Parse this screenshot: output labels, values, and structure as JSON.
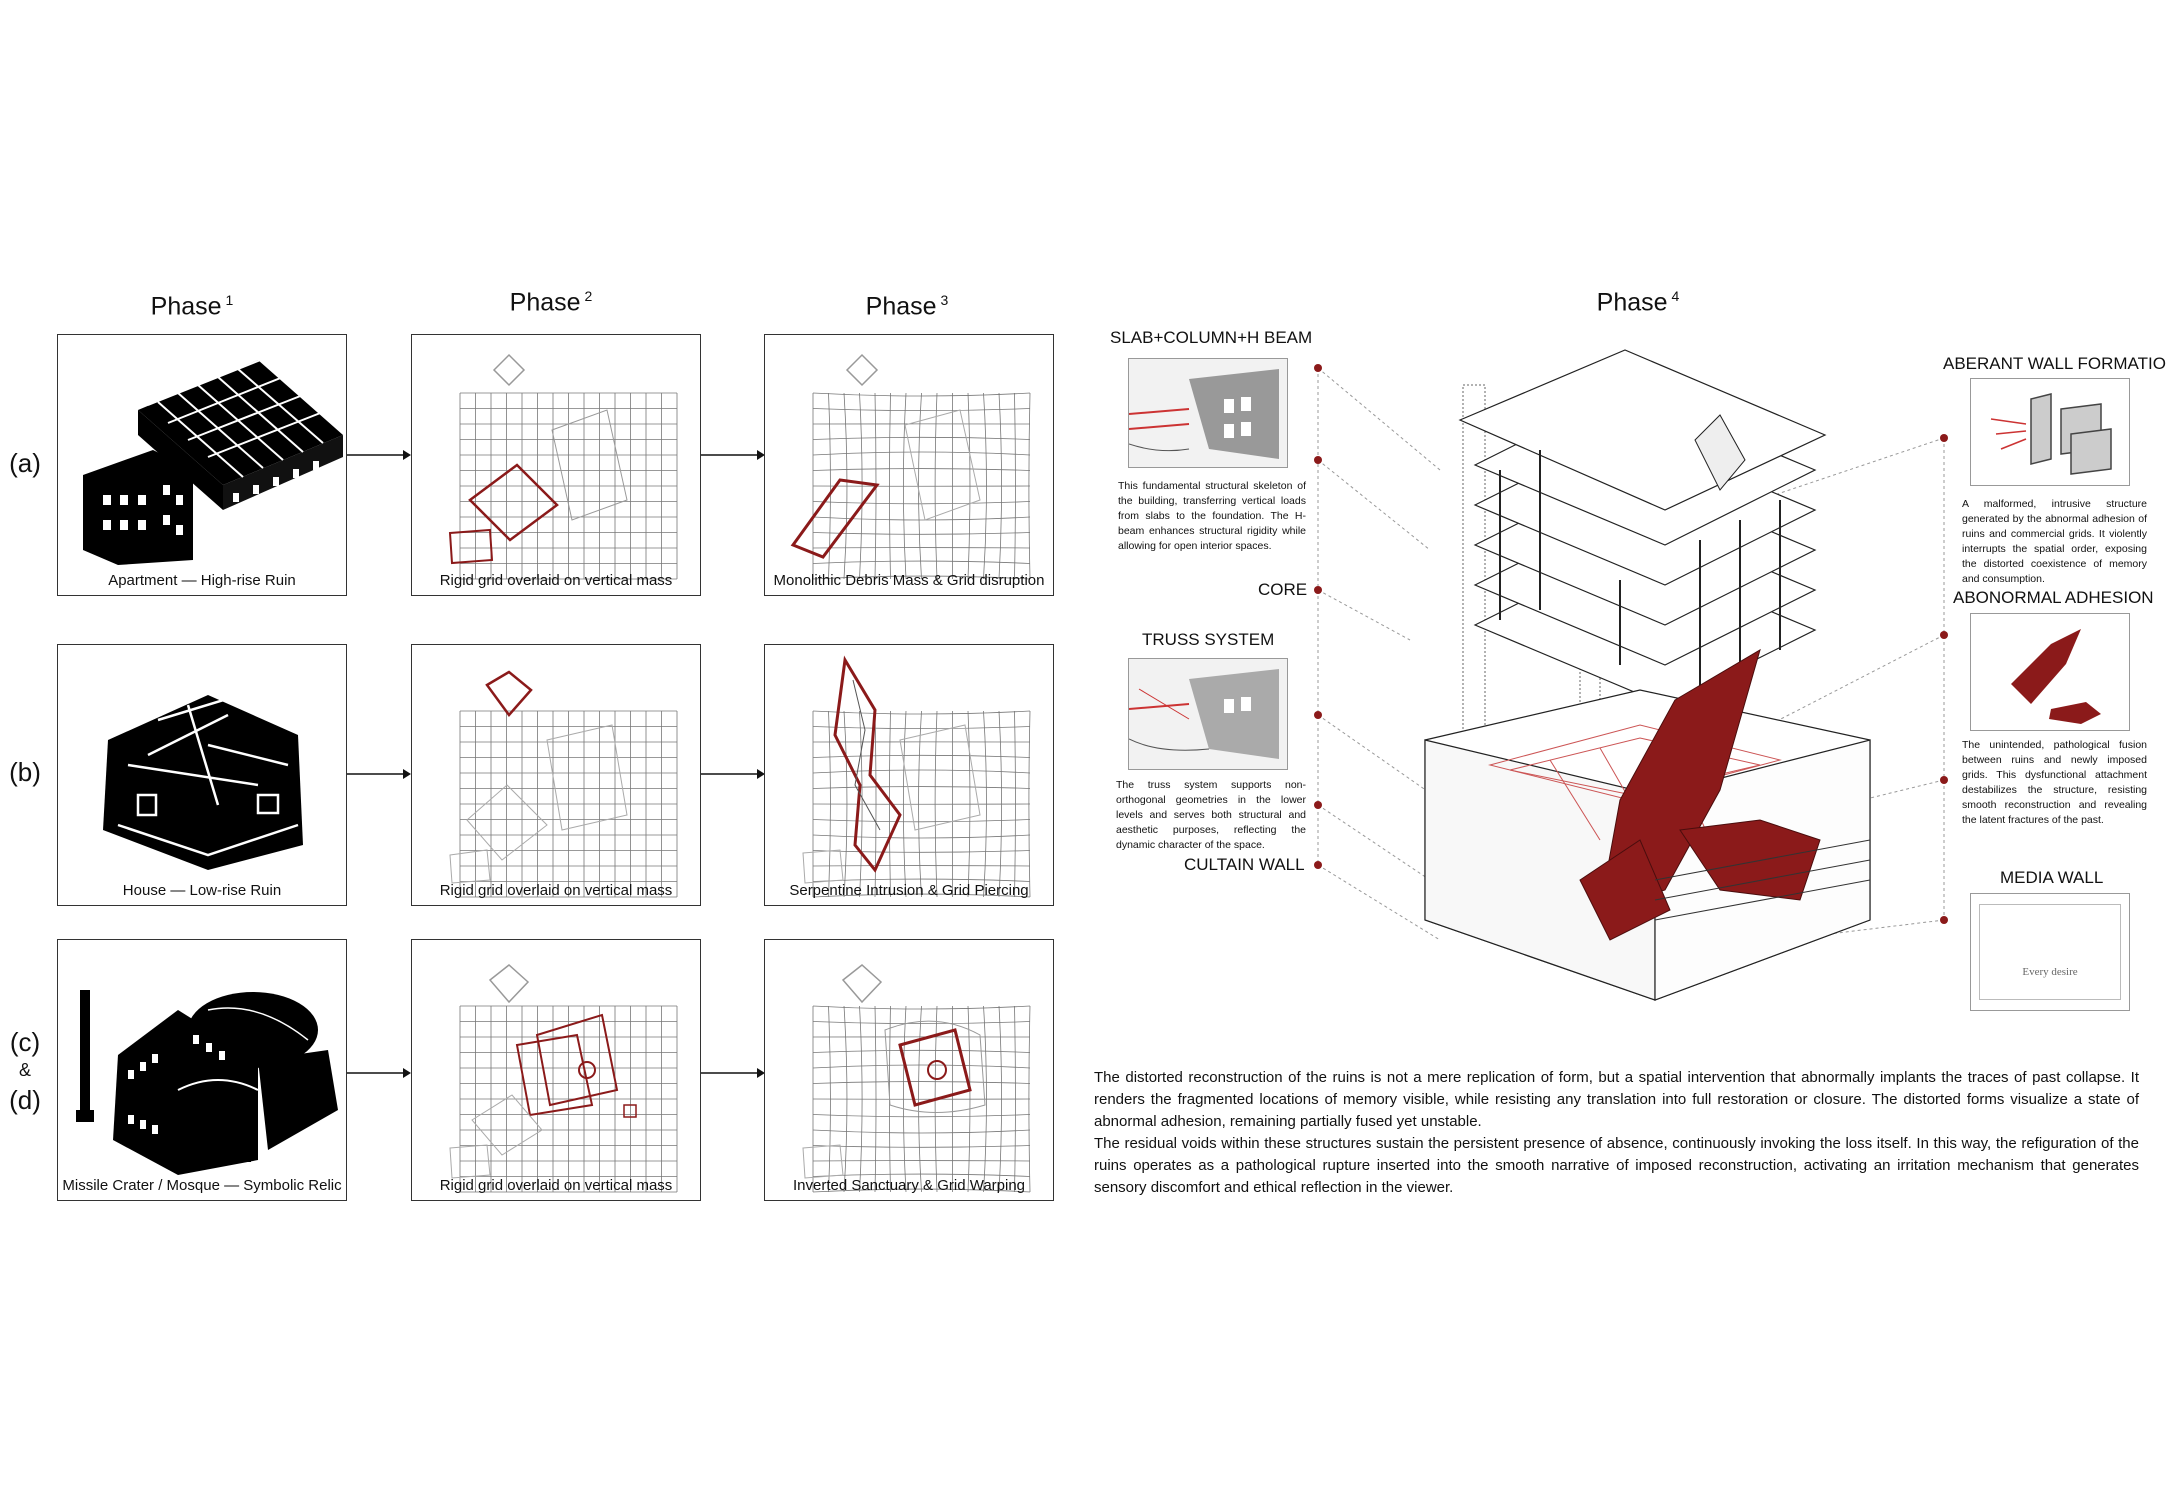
{
  "phases": [
    {
      "label": "Phase",
      "num": "1"
    },
    {
      "label": "Phase",
      "num": "2"
    },
    {
      "label": "Phase",
      "num": "3"
    },
    {
      "label": "Phase",
      "num": "4"
    }
  ],
  "rows": [
    {
      "label": "(a)",
      "c1": "Apartment — High-rise Ruin",
      "c2": "Rigid grid overlaid on vertical mass",
      "c3": "Monolithic Debris Mass & Grid disruption"
    },
    {
      "label": "(b)",
      "c1": "House — Low-rise Ruin",
      "c2": "Rigid grid overlaid on vertical mass",
      "c3": "Serpentine Intrusion & Grid Piercing"
    },
    {
      "label": "(c)",
      "amp": "&",
      "label2": "(d)",
      "c1": "Missile Crater / Mosque — Symbolic Relic",
      "c2": "Rigid grid overlaid on vertical mass",
      "c3": "Inverted Sanctuary & Grid Warping"
    }
  ],
  "left_labels": {
    "slab": "SLAB+COLUMN+H BEAM",
    "slab_note": "This fundamental structural skeleton of the building, transferring vertical loads from slabs to the foundation. The H-beam enhances structural rigidity while allowing for open interior spaces.",
    "core": "CORE",
    "truss": "TRUSS SYSTEM",
    "truss_note": "The truss system supports non-orthogonal geometries in the lower levels and serves both structural and aesthetic purposes, reflecting the dynamic character of the space.",
    "curtain": "CULTAIN WALL"
  },
  "right_labels": {
    "aberant": "ABERANT WALL FORMATION",
    "aberant_note": "A malformed, intrusive structure generated by the abnormal adhesion of ruins and commercial grids. It violently interrupts the spatial order, exposing the distorted coexistence of memory and consumption.",
    "adhesion": "ABONORMAL ADHESION",
    "adhesion_note": "The unintended, pathological fusion between ruins and newly imposed grids. This dysfunctional attachment destabilizes the structure, resisting smooth reconstruction and revealing the latent fractures of the past.",
    "media": "MEDIA WALL",
    "media_text": "Every desire"
  },
  "paragraphs": [
    " The distorted reconstruction of the ruins is not a mere replication of form, but a spatial intervention that abnormally implants the traces of past collapse. It renders the fragmented locations of memory visible, while resisting any translation into full restoration or closure. The distorted forms visualize a state of abnormal adhesion, remaining partially fused yet unstable.",
    " The residual voids within these structures sustain the persistent presence of absence, continuously invoking the loss itself. In this way, the refiguration of the ruins operates as a pathological rupture inserted into the smooth narrative of imposed reconstruction, activating an irritation mechanism that generates sensory discomfort and ethical reflection in the viewer."
  ],
  "colors": {
    "accent": "#8b1a1a",
    "grid": "#777777",
    "ink": "#111111"
  }
}
